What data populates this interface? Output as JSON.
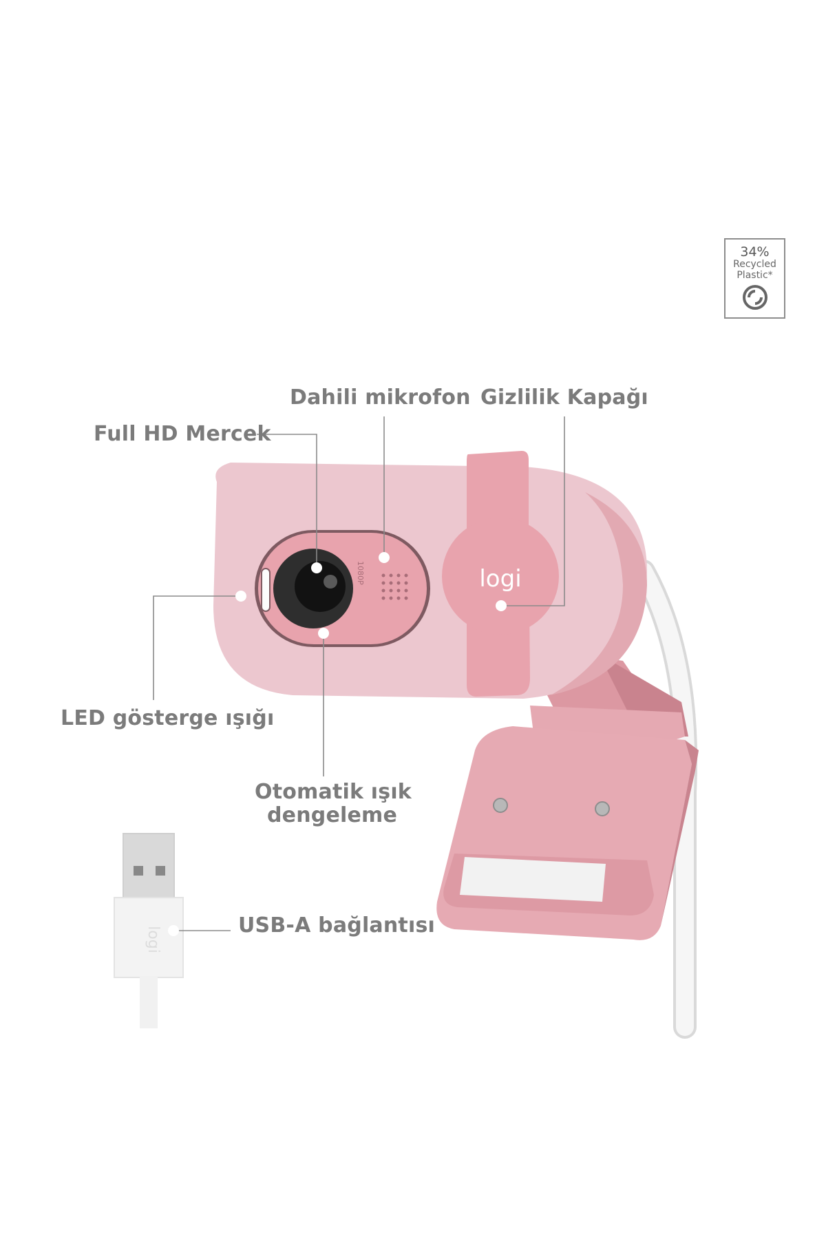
{
  "badge": {
    "percent": "34%",
    "line1": "Recycled",
    "line2": "Plastic*",
    "icon": "recycle-icon"
  },
  "product": {
    "brand_mark": "logi",
    "lens_marking": "1080P",
    "colors": {
      "body": "#ecc7cf",
      "accent": "#e8a3ad",
      "label_text": "#7b7b7b",
      "leader_line": "#8a8a8a",
      "cable": "#f4f4f4"
    }
  },
  "callouts": {
    "microphone": "Dahili mikrofon",
    "privacy_cover": "Gizlilik Kapağı",
    "lens": "Full HD Mercek",
    "led": "LED gösterge ışığı",
    "auto_light_line1": "Otomatik ışık",
    "auto_light_line2": "dengeleme",
    "usb": "USB-A bağlantısı"
  }
}
